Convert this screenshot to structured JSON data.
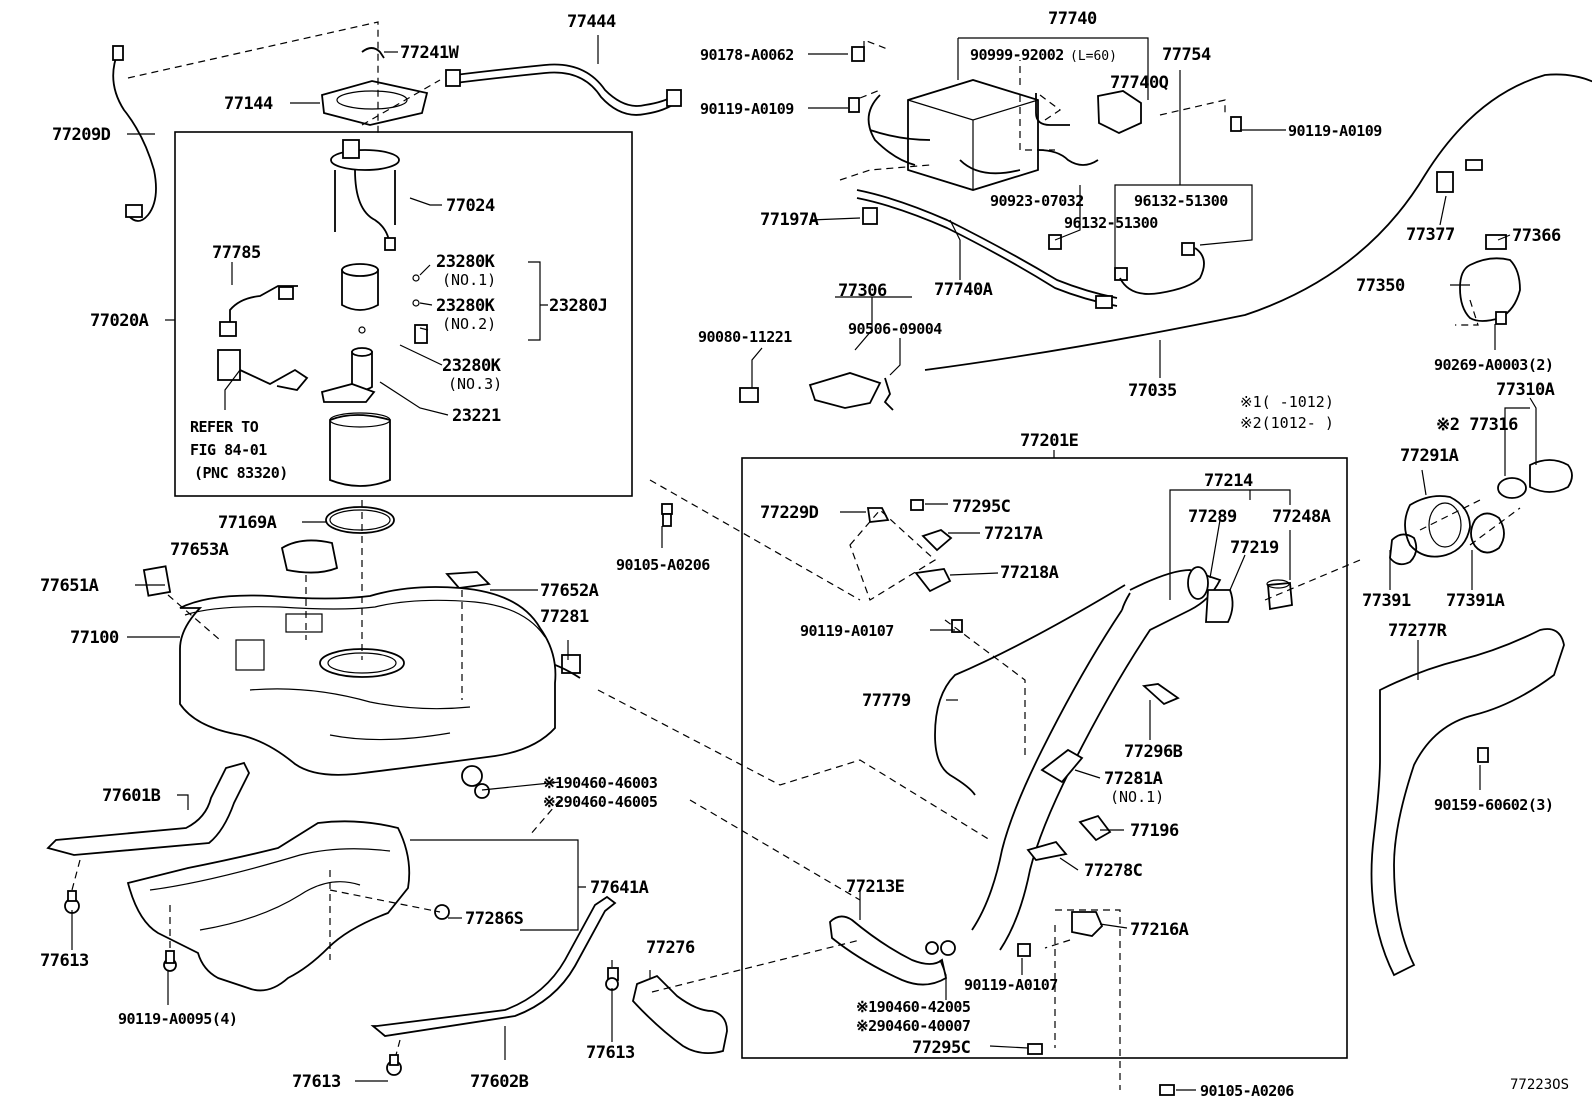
{
  "diagram_id": "77223OS",
  "notes": {
    "variant1": "※1(    -1012)",
    "variant2": "※2(1012-    )"
  },
  "labels": {
    "l77444": "77444",
    "l77241W": "77241W",
    "l77144": "77144",
    "l77209D": "77209D",
    "l77024": "77024",
    "l77785": "77785",
    "l23280K_1": "23280K",
    "no1": "(NO.1)",
    "l23280K_2": "23280K",
    "l23280J": "23280J",
    "no2": "(NO.2)",
    "l77020A": "77020A",
    "l23280K_3": "23280K",
    "no3": "(NO.3)",
    "l23221": "23221",
    "refer1": "REFER TO",
    "refer2": "FIG 84-01",
    "refer3": "(PNC 83320)",
    "l77169A": "77169A",
    "l77653A": "77653A",
    "l77651A": "77651A",
    "l77652A": "77652A",
    "l77281": "77281",
    "l77100": "77100",
    "l90105_A0206_top": "90105-A0206",
    "l77601B": "77601B",
    "l90460_46003": "※190460-46003",
    "l90460_46005": "※290460-46005",
    "l77641A": "77641A",
    "l77286S": "77286S",
    "l77613_left": "77613",
    "l90119_A0095": "90119-A0095(4)",
    "l77276": "77276",
    "l77613_mid": "77613",
    "l77613_bottom": "77613",
    "l77602B": "77602B",
    "l77740": "77740",
    "l90178_A0062": "90178-A0062",
    "l90999_92002": "90999-92002",
    "l60": "(L=60)",
    "l77754": "77754",
    "l77740Q": "77740Q",
    "l90119_A0109_left": "90119-A0109",
    "l90119_A0109_right": "90119-A0109",
    "l90923_07032": "90923-07032",
    "l96132_51300_a": "96132-51300",
    "l96132_51300_b": "96132-51300",
    "l77197A": "77197A",
    "l77740A": "77740A",
    "l77306": "77306",
    "l90080_11221": "90080-11221",
    "l90506_09004": "90506-09004",
    "l77035": "77035",
    "l77377": "77377",
    "l77366": "77366",
    "l77350": "77350",
    "l90269_A0003": "90269-A0003(2)",
    "l77310A": "77310A",
    "l77316": "※2 77316",
    "l77291A": "77291A",
    "l77391": "77391",
    "l77391A": "77391A",
    "l77277R": "77277R",
    "l90159_60602": "90159-60602(3)",
    "l77201E": "77201E",
    "l77214": "77214",
    "l77229D": "77229D",
    "l77295C_top": "77295C",
    "l77217A": "77217A",
    "l77218A": "77218A",
    "l77289": "77289",
    "l77248A": "77248A",
    "l77219": "77219",
    "l90119_A0107_top": "90119-A0107",
    "l77779": "77779",
    "l77296B": "77296B",
    "l77281A": "77281A",
    "no1b": "(NO.1)",
    "l77196": "77196",
    "l77278C": "77278C",
    "l77213E": "77213E",
    "l77216A": "77216A",
    "l90119_A0107_bottom": "90119-A0107",
    "l90460_42005": "※190460-42005",
    "l90460_40007": "※290460-40007",
    "l77295C_bottom": "77295C",
    "l90105_A0206_bottom": "90105-A0206"
  }
}
